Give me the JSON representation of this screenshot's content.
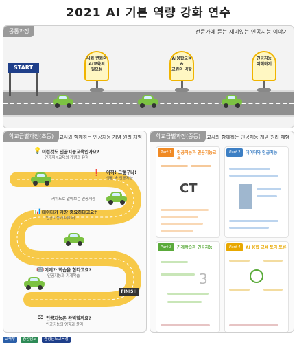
{
  "title": "2021 AI 기본 역량 강화 연수",
  "top_section": {
    "tab": "공통과정",
    "subtitle": "전문가에 듣는 재미있는 인공지능 이야기",
    "start_banner": "START",
    "signs": [
      {
        "lines": [
          "사회 변화와",
          "AI교육의",
          "필요성"
        ]
      },
      {
        "lines": [
          "AI융합교육",
          "&",
          "교원의 역할"
        ]
      },
      {
        "lines": [
          "인공지능",
          "이해하기"
        ]
      }
    ]
  },
  "left_panel": {
    "tab": "학교급별과정(초등)",
    "subtitle": "교사와 함께하는 인공지능 개념 원리 체험",
    "questions": [
      {
        "q": "이런것도 인공지능교육인가요?",
        "sub": "인공지능교육의 개념과 유형"
      },
      {
        "q": "아하! 그렇구나!",
        "sub": "생활 속 인공지능"
      },
      {
        "q": "키워드로 알아보는 인공지능",
        "sub": ""
      },
      {
        "q": "데이터가 가장 중요하다고요?",
        "sub": "인공지능과 데이터"
      },
      {
        "q": "기계가 학습을 한다고요?",
        "sub": "인공지능과 기계학습"
      },
      {
        "q": "인공지능은 완벽할까요?",
        "sub": "인공지능의 영향과 윤리"
      }
    ],
    "finish_label": "FINISH"
  },
  "right_panel": {
    "tab": "학교급별과정(중등)",
    "subtitle": "교사와 함께하는 인공지능 개념 원리 체험",
    "parts": [
      {
        "tag": "Part 1",
        "title": "인공지능과 인공지능교육",
        "color": "#f08a24"
      },
      {
        "tag": "Part 2",
        "title": "데이터와 인공지능",
        "color": "#3d7fc4"
      },
      {
        "tag": "Part 3",
        "title": "기계학습과 인공지능",
        "color": "#5aaa3a"
      },
      {
        "tag": "Part 4",
        "title": "AI 융합 교육 토의 토론",
        "color": "#e8a800"
      }
    ]
  },
  "footer": {
    "logos": [
      "교육부",
      "충청남도",
      "충청남도교육청"
    ]
  },
  "colors": {
    "accent_yellow": "#f7c948",
    "car_green": "#7cc242",
    "road_gray": "#8f8f8f"
  }
}
